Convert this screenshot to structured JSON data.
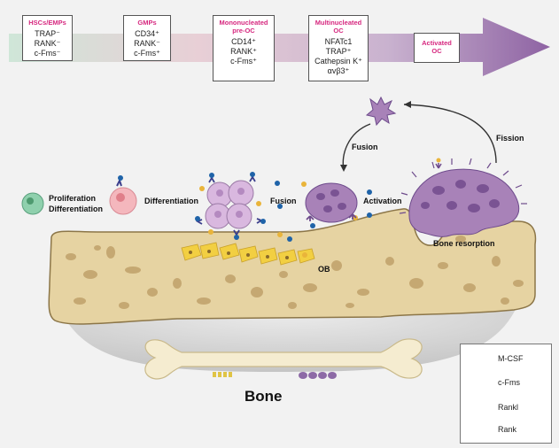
{
  "stages": [
    {
      "title": "HSCs/EMPs",
      "markers": [
        "TRAP⁻",
        "RANK⁻",
        "c-Fms⁻"
      ]
    },
    {
      "title": "GMPs",
      "markers": [
        "CD34⁺",
        "RANK⁻",
        "c-Fms⁺"
      ]
    },
    {
      "title": "Mononucleated pre-OC",
      "markers": [
        "CD14⁺",
        "RANK⁺",
        "c-Fms⁺"
      ]
    },
    {
      "title": "Multinucleated OC",
      "markers": [
        "NFATc1",
        "TRAP⁺",
        "Cathepsin K⁺",
        "αvβ3⁺"
      ]
    },
    {
      "title": "Activated OC",
      "markers": []
    }
  ],
  "labels": {
    "proliferation": "Proliferation",
    "differentiation_1": "Differentiation",
    "differentiation_2": "Differentiation",
    "fusion_1": "Fusion",
    "fusion_2": "Fusion",
    "activation": "Activation",
    "fission": "Fission",
    "bone_resorption": "Bone resorption",
    "ob": "OB",
    "bone": "Bone"
  },
  "legend": [
    {
      "label": "M-CSF",
      "icon": "circle-blue",
      "color": "#1f63a8"
    },
    {
      "label": "c-Fms",
      "icon": "chevron-v",
      "color": "#3b3f8c"
    },
    {
      "label": "Rankl",
      "icon": "circle-yellow",
      "color": "#e9b43a"
    },
    {
      "label": "Rank",
      "icon": "y-receptor",
      "color": "#6e4b8c"
    }
  ]
}
